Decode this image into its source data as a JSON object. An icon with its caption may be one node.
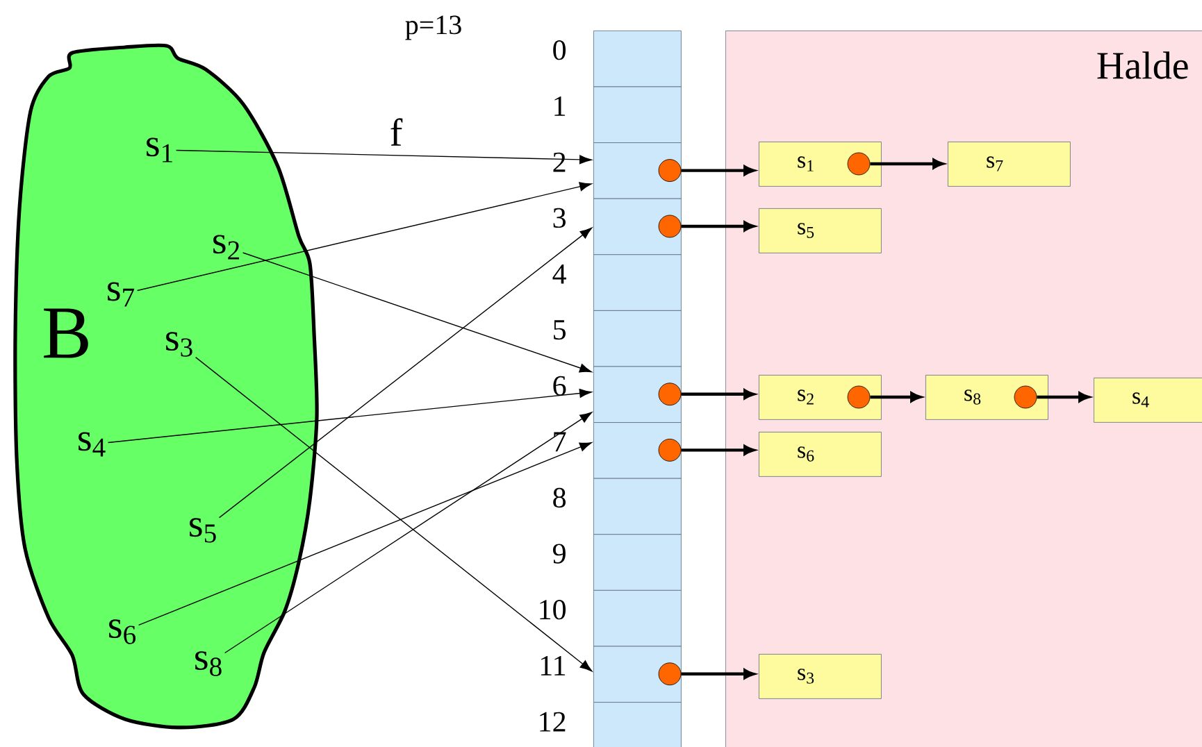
{
  "diagram": {
    "nodes": [
      {
        "text": [
          "B"
        ]
      },
      {
        "text": [
          "s$_{1}$"
        ],
        "in": 0
      },
      {
        "text": [
          "s$_{2}$"
        ],
        "in": 0
      },
      {
        "text": [
          "s$_{7}$"
        ],
        "in": 0
      },
      {
        "text": [
          "s$_{3}$"
        ],
        "in": 0
      },
      {
        "text": [
          "s$_{4}$"
        ],
        "in": 0
      },
      {
        "text": [
          "s$_{5}$"
        ],
        "in": 0
      },
      {
        "text": [
          "s$_{6}$"
        ],
        "in": 0
      },
      {
        "text": [
          "s$_{8}$"
        ],
        "in": 0
      },
      {
        "text": [],
        "shape": "box",
        "beside": [
          "0"
        ]
      },
      {
        "text": [],
        "shape": "box",
        "beside": [
          "1"
        ]
      },
      {
        "text": [],
        "shape": "box",
        "beside": [
          "2"
        ]
      },
      {
        "text": [],
        "shape": "box",
        "beside": [
          "3"
        ]
      },
      {
        "text": [],
        "shape": "box",
        "beside": [
          "4"
        ]
      },
      {
        "text": [],
        "shape": "box",
        "beside": [
          "5"
        ]
      },
      {
        "text": [],
        "shape": "box",
        "beside": [
          "6"
        ]
      },
      {
        "text": [],
        "shape": "box",
        "beside": [
          "7"
        ]
      },
      {
        "text": [],
        "shape": "box",
        "beside": [
          "8"
        ]
      },
      {
        "text": [],
        "shape": "box",
        "beside": [
          "9"
        ]
      },
      {
        "text": [],
        "shape": "box",
        "beside": [
          "10"
        ]
      },
      {
        "text": [],
        "shape": "box",
        "beside": [
          "11"
        ]
      },
      {
        "text": [],
        "shape": "box",
        "beside": [
          "12"
        ]
      },
      {
        "text": [
          "Halde"
        ]
      },
      {
        "text": [
          "s$_{1}$"
        ],
        "in": 22
      },
      {
        "text": [
          "s$_{7}$"
        ],
        "in": 22
      },
      {
        "text": [
          "s$_{5}$"
        ],
        "in": 22
      },
      {
        "text": [
          "s$_{2}$"
        ],
        "in": 22
      },
      {
        "text": [
          "s$_{8}$"
        ],
        "in": 22
      },
      {
        "text": [
          "s$_{4}$"
        ],
        "in": 22
      },
      {
        "text": [
          "s$_{6}$"
        ],
        "in": 22
      },
      {
        "text": [
          "s$_{3}$"
        ],
        "in": 22
      },
      {
        "text": [],
        "shape": "circle",
        "in": 11
      },
      {
        "text": [],
        "shape": "circle",
        "in": 23
      },
      {
        "text": [],
        "shape": "circle",
        "in": 12
      },
      {
        "text": [],
        "shape": "circle",
        "in": 15
      },
      {
        "text": [],
        "shape": "circle",
        "in": 26
      },
      {
        "text": [],
        "shape": "circle",
        "in": 27
      },
      {
        "text": [],
        "shape": "circle",
        "in": 16
      },
      {
        "text": [],
        "shape": "circle",
        "in": 20
      }
    ],
    "edges": [
      {
        "from": 1,
        "to": 11,
        "arrow": "to",
        "label": "f"
      },
      {
        "from": 3,
        "to": 11,
        "arrow": "to"
      },
      {
        "from": 6,
        "to": 12,
        "arrow": "to"
      },
      {
        "from": 2,
        "to": 15,
        "arrow": "to"
      },
      {
        "from": 5,
        "to": 15,
        "arrow": "to"
      },
      {
        "from": 8,
        "to": 15,
        "arrow": "to"
      },
      {
        "from": 7,
        "to": 16,
        "arrow": "to"
      },
      {
        "from": 4,
        "to": 20,
        "arrow": "to"
      },
      {
        "from": 31,
        "to": 23,
        "arrow": "to",
        "style": "thick"
      },
      {
        "from": 32,
        "to": 24,
        "arrow": "to",
        "style": "thick"
      },
      {
        "from": 33,
        "to": 25,
        "arrow": "to",
        "style": "thick"
      },
      {
        "from": 34,
        "to": 26,
        "arrow": "to",
        "style": "thick"
      },
      {
        "from": 35,
        "to": 27,
        "arrow": "to",
        "style": "thick"
      },
      {
        "from": 36,
        "to": 28,
        "arrow": "to",
        "style": "thick"
      },
      {
        "from": 37,
        "to": 29,
        "arrow": "to",
        "style": "thick"
      },
      {
        "from": 38,
        "to": 30,
        "arrow": "to",
        "style": "thick"
      }
    ],
    "labels": [
      "p=13"
    ]
  }
}
